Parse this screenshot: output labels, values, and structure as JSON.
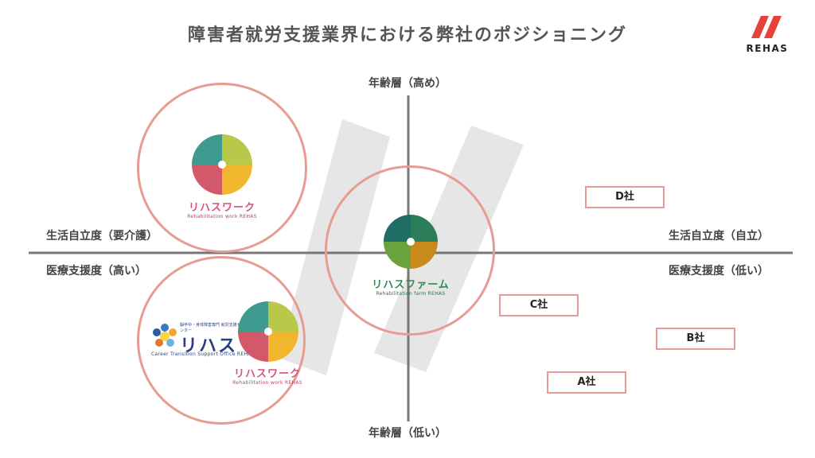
{
  "title": "障害者就労支援業界における弊社のポジショニング",
  "brand": {
    "name": "REHAS",
    "color": "#e5433a"
  },
  "axes": {
    "top": "年齢層（高め）",
    "bottom": "年齢層（低い）",
    "left_top": "生活自立度（要介護）",
    "left_bottom": "医療支援度（高い）",
    "right_top": "生活自立度（自立）",
    "right_bottom": "医療支援度（低い）"
  },
  "competitors": [
    {
      "label": "D社"
    },
    {
      "label": "C社"
    },
    {
      "label": "B社"
    },
    {
      "label": "A社"
    }
  ],
  "services": {
    "work": {
      "jp": "リハスワーク",
      "en": "Rehabilitation work REHAS",
      "color": "#d9527a"
    },
    "farm": {
      "jp": "リハスファーム",
      "en": "Rehabilitation farm REHAS",
      "color": "#2f8a57"
    },
    "office": {
      "jp": "リハス",
      "sub": "脳卒中・身体障害専門 就労支援センター",
      "en": "Career Transition Support Office REHAS",
      "color": "#2b3f7a"
    }
  },
  "colors": {
    "ring": "#e79b93",
    "axis": "#777777",
    "competitor_border": "#e89a9a"
  }
}
